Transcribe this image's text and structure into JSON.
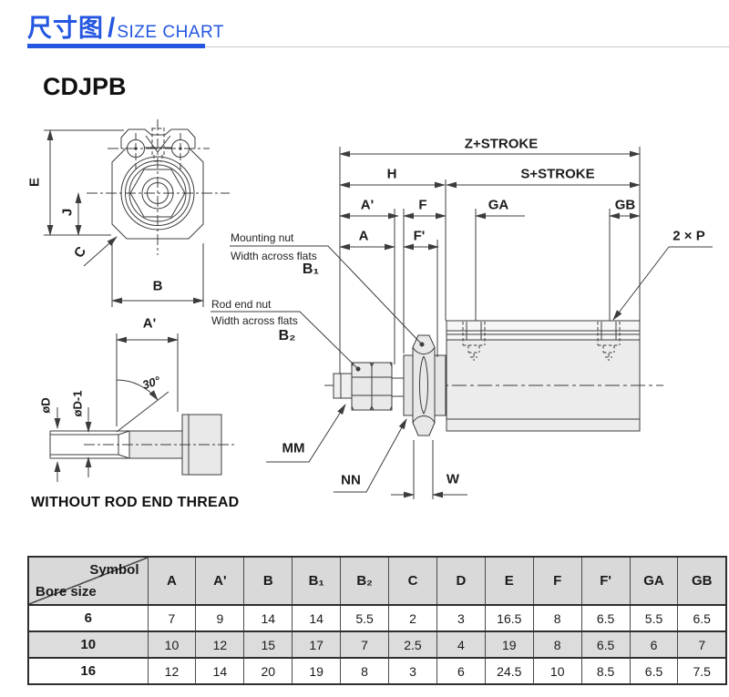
{
  "header": {
    "title_zh": "尺寸图",
    "slash": "/",
    "title_en": "SIZE CHART",
    "accent_color": "#2457e0"
  },
  "model": "CDJPB",
  "diagram": {
    "front_view": {
      "e": "E",
      "j": "J",
      "c": "C",
      "b": "B"
    },
    "rod_detail": {
      "a_prime": "A'",
      "angle": "30°",
      "d": "øD",
      "d1": "øD-1",
      "caption": "WITHOUT ROD END THREAD"
    },
    "side_view": {
      "z_stroke": "Z+STROKE",
      "h": "H",
      "s_stroke": "S+STROKE",
      "a_prime": "A'",
      "f": "F",
      "ga": "GA",
      "gb": "GB",
      "a": "A",
      "f_prime": "F'",
      "ports": "2 × P",
      "mounting_nut_line1": "Mounting nut",
      "mounting_nut_line2": "Width across flats",
      "b1": "B₁",
      "rod_end_nut_line1": "Rod end nut",
      "rod_end_nut_line2": "Width across flats",
      "b2": "B₂",
      "mm": "MM",
      "nn": "NN",
      "w": "W"
    }
  },
  "table": {
    "corner": {
      "top": "Symbol",
      "bottom": "Bore size"
    },
    "columns": [
      "A",
      "A'",
      "B",
      "B₁",
      "B₂",
      "C",
      "D",
      "E",
      "F",
      "F'",
      "GA",
      "GB"
    ],
    "rows": [
      {
        "bore": "6",
        "values": [
          "7",
          "9",
          "14",
          "14",
          "5.5",
          "2",
          "3",
          "16.5",
          "8",
          "6.5",
          "5.5",
          "6.5"
        ]
      },
      {
        "bore": "10",
        "values": [
          "10",
          "12",
          "15",
          "17",
          "7",
          "2.5",
          "4",
          "19",
          "8",
          "6.5",
          "6",
          "7"
        ]
      },
      {
        "bore": "16",
        "values": [
          "12",
          "14",
          "20",
          "19",
          "8",
          "3",
          "6",
          "24.5",
          "10",
          "8.5",
          "6.5",
          "7.5"
        ]
      }
    ]
  }
}
